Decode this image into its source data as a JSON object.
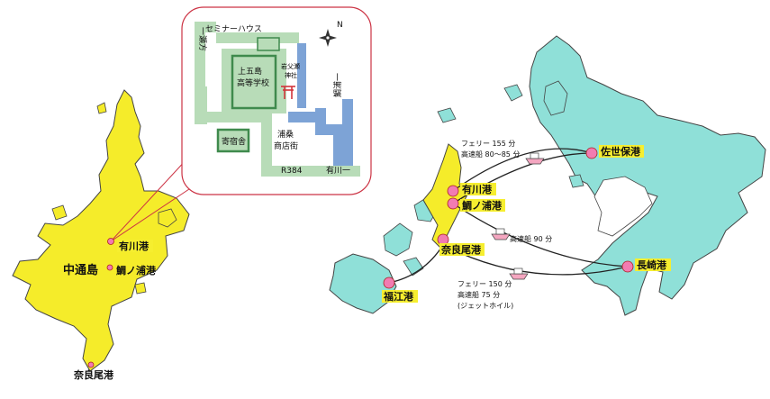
{
  "left_map": {
    "island_name": "中通島",
    "ports": [
      {
        "id": "arikawa",
        "label": "有川港"
      },
      {
        "id": "tainoura",
        "label": "鯛ノ浦港"
      },
      {
        "id": "naraobi",
        "label": "奈良尾港"
      }
    ]
  },
  "inset": {
    "north_letter": "N",
    "seminar_house": "セミナーハウス",
    "school_line1": "上五島",
    "school_line2": "高等学校",
    "shrine_line1": "岩父瀬",
    "shrine_line2": "神社",
    "dormitory": "寄宿舎",
    "shopping_line1": "浦桑",
    "shopping_line2": "商店街",
    "road_number": "R384",
    "to_ichiyo": "一瀬方",
    "to_tainoura": "鯛浦一",
    "to_arikawa": "有川一"
  },
  "right_map": {
    "ports": [
      {
        "id": "arikawa",
        "label": "有川港"
      },
      {
        "id": "tainoura",
        "label": "鯛ノ浦港"
      },
      {
        "id": "naraobi",
        "label": "奈良尾港"
      },
      {
        "id": "fukue",
        "label": "福江港"
      },
      {
        "id": "sasebo",
        "label": "佐世保港"
      },
      {
        "id": "nagasaki",
        "label": "長崎港"
      }
    ],
    "routes": {
      "sasebo_line1": "フェリー 155 分",
      "sasebo_line2": "高速船 80～85 分",
      "nagasaki_mid": "高速船 90 分",
      "fukue_line1": "フェリー 150 分",
      "fukue_line2": "高速船 75 分",
      "fukue_line3": "(ジェットホイル)"
    }
  },
  "colors": {
    "island_yellow": "#f5ec2a",
    "island_cyan": "#8fe0d8",
    "outline": "#444444",
    "port_pink": "#f27bb1",
    "label_bg": "#f6ee2f",
    "inset_border": "#cc3344",
    "inset_green": "#b8dcb8",
    "inset_dark_green": "#3f8a4d",
    "inset_blue": "#7da3d6",
    "leader_red": "#cc3344"
  }
}
